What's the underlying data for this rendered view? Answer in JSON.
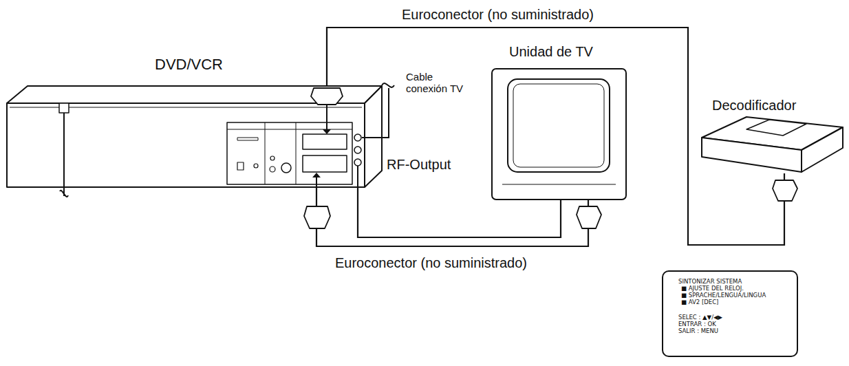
{
  "diagram": {
    "nodes": [
      {
        "text": [
          "DVD/VCR"
        ]
      },
      {
        "text": [
          "Unidad de TV"
        ]
      },
      {
        "text": [
          "Decodificador"
        ]
      },
      {
        "text": [
          "SINTONIZAR SISTEMA",
          "■ AJUSTE DEL RELOJ.",
          "■ SPRACHE/LENGUA/LINGUA",
          "■ AV2 [DEC]",
          "SELEC : ▲▼/◀▶",
          "ENTRAR : OK",
          "SALIR : MENU"
        ]
      }
    ],
    "edges": [
      {
        "from": 0,
        "to": 2,
        "arrow": "none",
        "label": "Euroconector (no suministrado)"
      },
      {
        "from": 0,
        "to": 1,
        "arrow": "none",
        "label": "Euroconector (no suministrado)"
      },
      {
        "from": 0,
        "to": 1,
        "arrow": "none"
      }
    ],
    "labels": [
      "Cable conexión TV",
      "RF-Output"
    ]
  }
}
